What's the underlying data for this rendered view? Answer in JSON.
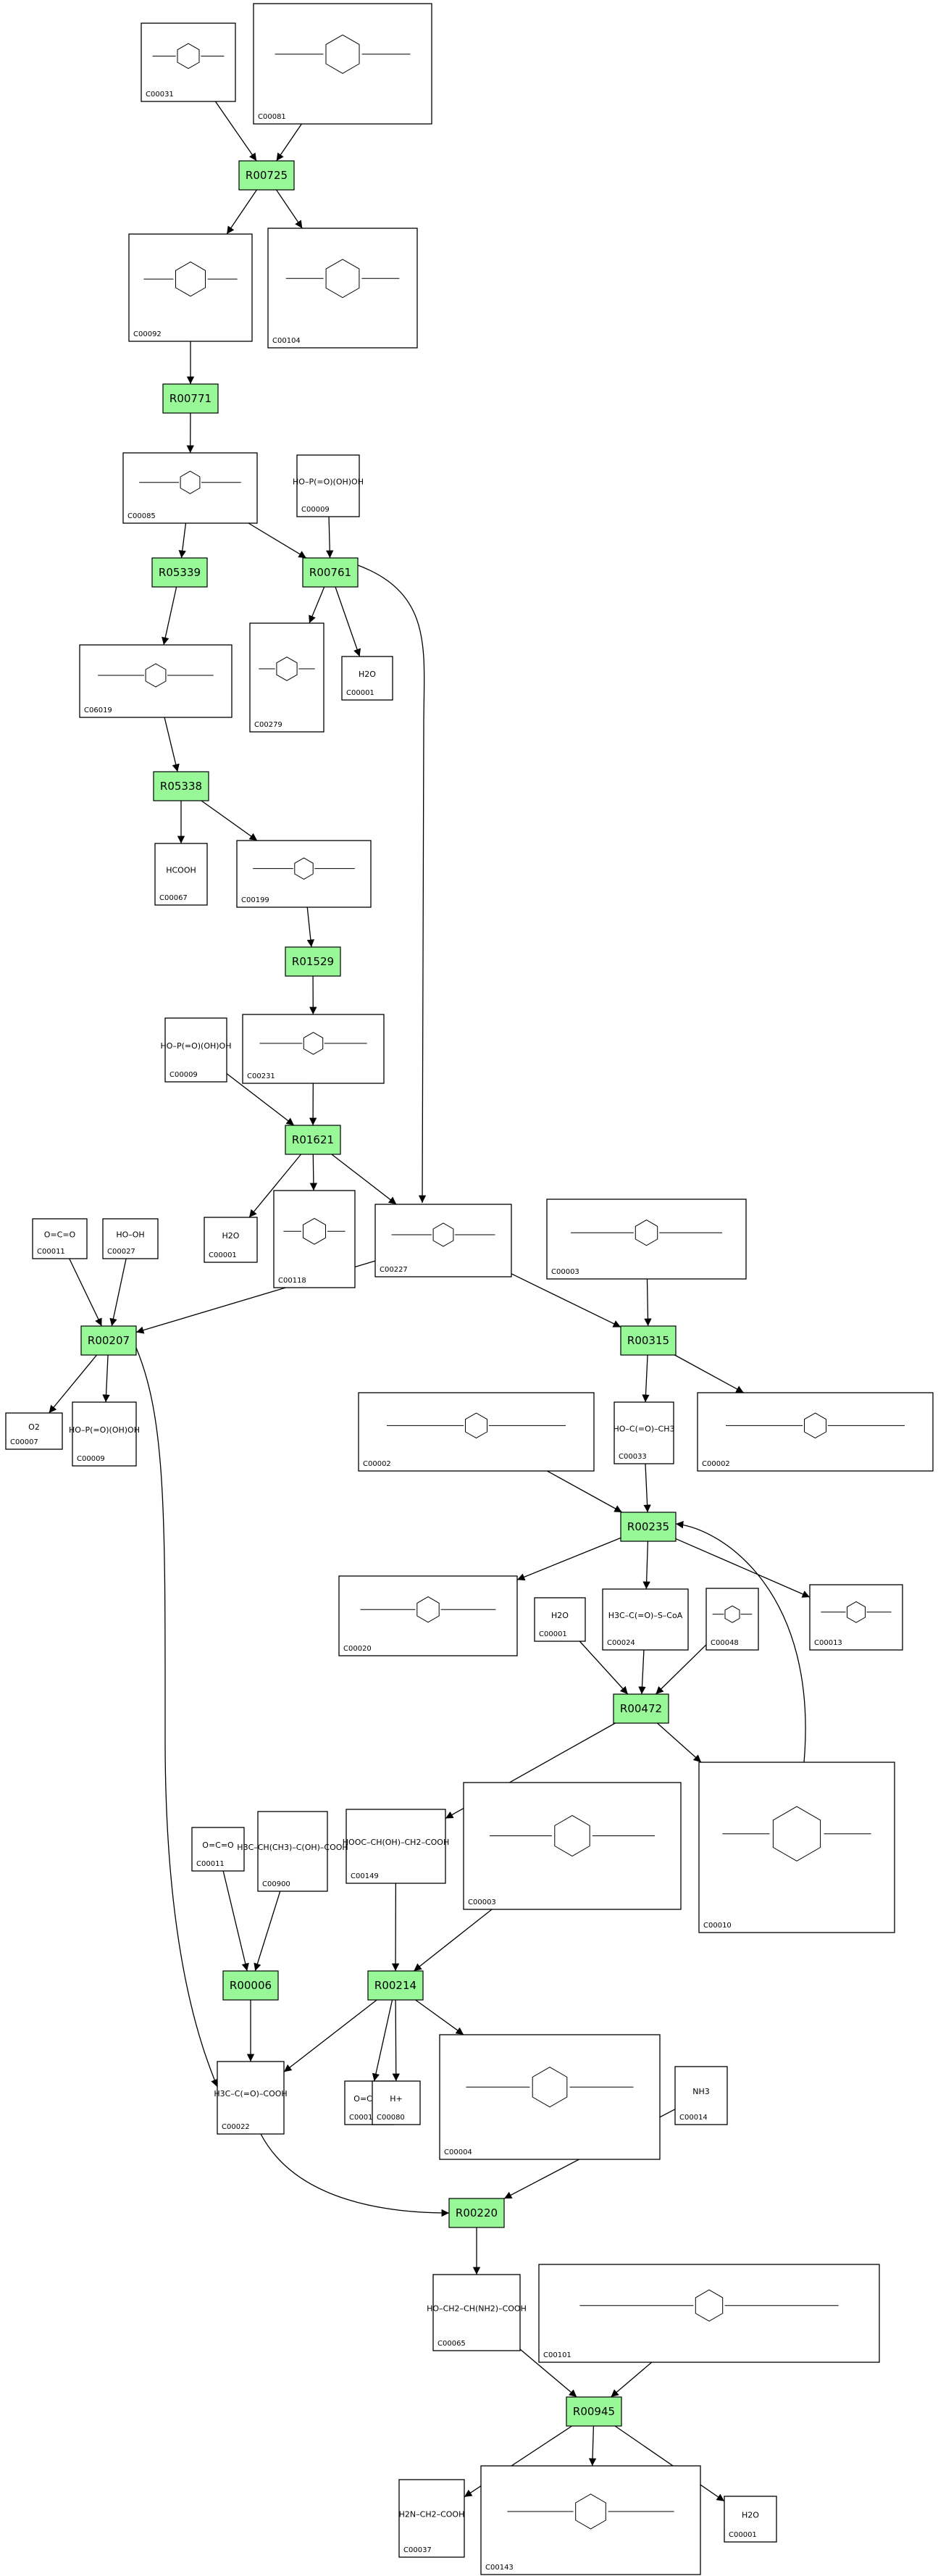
{
  "colors": {
    "reaction_fill": "#98f898",
    "reaction_stroke": "#000000",
    "compound_stroke": "#000000",
    "edge": "#000000"
  },
  "reactions": {
    "R00725": "R00725",
    "R00771": "R00771",
    "R05339": "R05339",
    "R00761": "R00761",
    "R05338": "R05338",
    "R01529": "R01529",
    "R01621": "R01621",
    "R00207": "R00207",
    "R00315": "R00315",
    "R00235": "R00235",
    "R00472": "R00472",
    "R00006": "R00006",
    "R00214": "R00214",
    "R00220": "R00220",
    "R00945": "R00945"
  },
  "compounds": {
    "C00031": "C00031",
    "C00081": "C00081",
    "C00092": "C00092",
    "C00104": "C00104",
    "C00085": "C00085",
    "C00009": "C00009",
    "C06019": "C06019",
    "C00279": "C00279",
    "C00001": "C00001",
    "C00067": "C00067",
    "C00199": "C00199",
    "C00231": "C00231",
    "C00118": "C00118",
    "C00227": "C00227",
    "C00011": "C00011",
    "C00027": "C00027",
    "C00007": "C00007",
    "C00002": "C00002",
    "C00033": "C00033",
    "C00020": "C00020",
    "C00024": "C00024",
    "C00048": "C00048",
    "C00013": "C00013",
    "C00010": "C00010",
    "C00149": "C00149",
    "C00003": "C00003",
    "C00900": "C00900",
    "C00022": "C00022",
    "C00080": "C00080",
    "C00004": "C00004",
    "C00014": "C00014",
    "C00065": "C00065",
    "C00101": "C00101",
    "C00037": "C00037",
    "C00143": "C00143"
  },
  "structure_text": {
    "oxygen": "O2",
    "hydrogen_peroxide": "HO–OH",
    "water": "H2O",
    "proton": "H+",
    "ammonia": "NH3",
    "formate": "HCOOH",
    "co2": "O=C=O",
    "phosphate": "HO–P(=O)(OH)OH",
    "acetyl_coa": "H3C–C(=O)–S–CoA",
    "acetate": "HO–C(=O)–CH3",
    "pyruvate": "H3C–C(=O)–COOH",
    "serine": "HO–CH2–CH(NH2)–COOH",
    "glycine": "H2N–CH2–COOH",
    "malate": "HOOC–CH(OH)–CH2–COOH",
    "acetolactate": "H3C–CH(CH3)–C(OH)–COOH"
  }
}
